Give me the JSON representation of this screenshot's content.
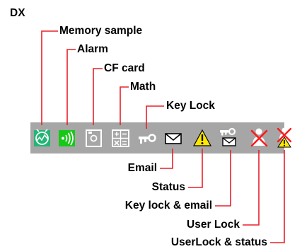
{
  "header": "DX",
  "icons": [
    {
      "icon": "memory-sample-icon",
      "label": "Memory sample"
    },
    {
      "icon": "alarm-icon",
      "label": "Alarm"
    },
    {
      "icon": "cf-card-icon",
      "label": "CF card"
    },
    {
      "icon": "math-icon",
      "label": "Math"
    },
    {
      "icon": "key-lock-icon",
      "label": "Key Lock"
    },
    {
      "icon": "email-icon",
      "label": "Email"
    },
    {
      "icon": "status-icon",
      "label": "Status"
    },
    {
      "icon": "key-lock-email-icon",
      "label": "Key lock & email"
    },
    {
      "icon": "user-lock-icon",
      "label": "User Lock"
    },
    {
      "icon": "userlock-status-icon",
      "label": "UserLock & status"
    }
  ],
  "colors": {
    "leader_line": "#e8202a",
    "icon_bar": "#a6a6a6",
    "memory_green": "#22b573",
    "alarm_green": "#18c818",
    "status_yellow": "#ffe800",
    "cross_red": "#ff1a1a"
  }
}
